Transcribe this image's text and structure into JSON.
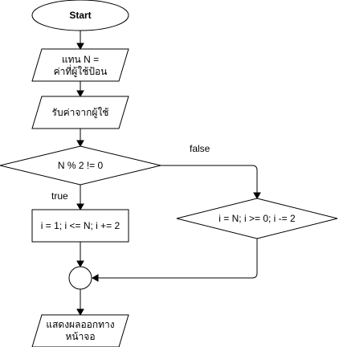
{
  "flowchart": {
    "start": "Start",
    "assign": [
      "แทน N =",
      "ค่าที่ผู้ใช้ป้อน"
    ],
    "input": "รับค่าจากผู้ใช้",
    "decision": "N % 2 != 0",
    "true_label": "true",
    "false_label": "false",
    "loop_true": "i = 1; i <= N; i += 2",
    "loop_false": "i = N; i >= 0; i -= 2",
    "output": [
      "แสดงผลออกทาง",
      "หน้าจอ"
    ]
  }
}
